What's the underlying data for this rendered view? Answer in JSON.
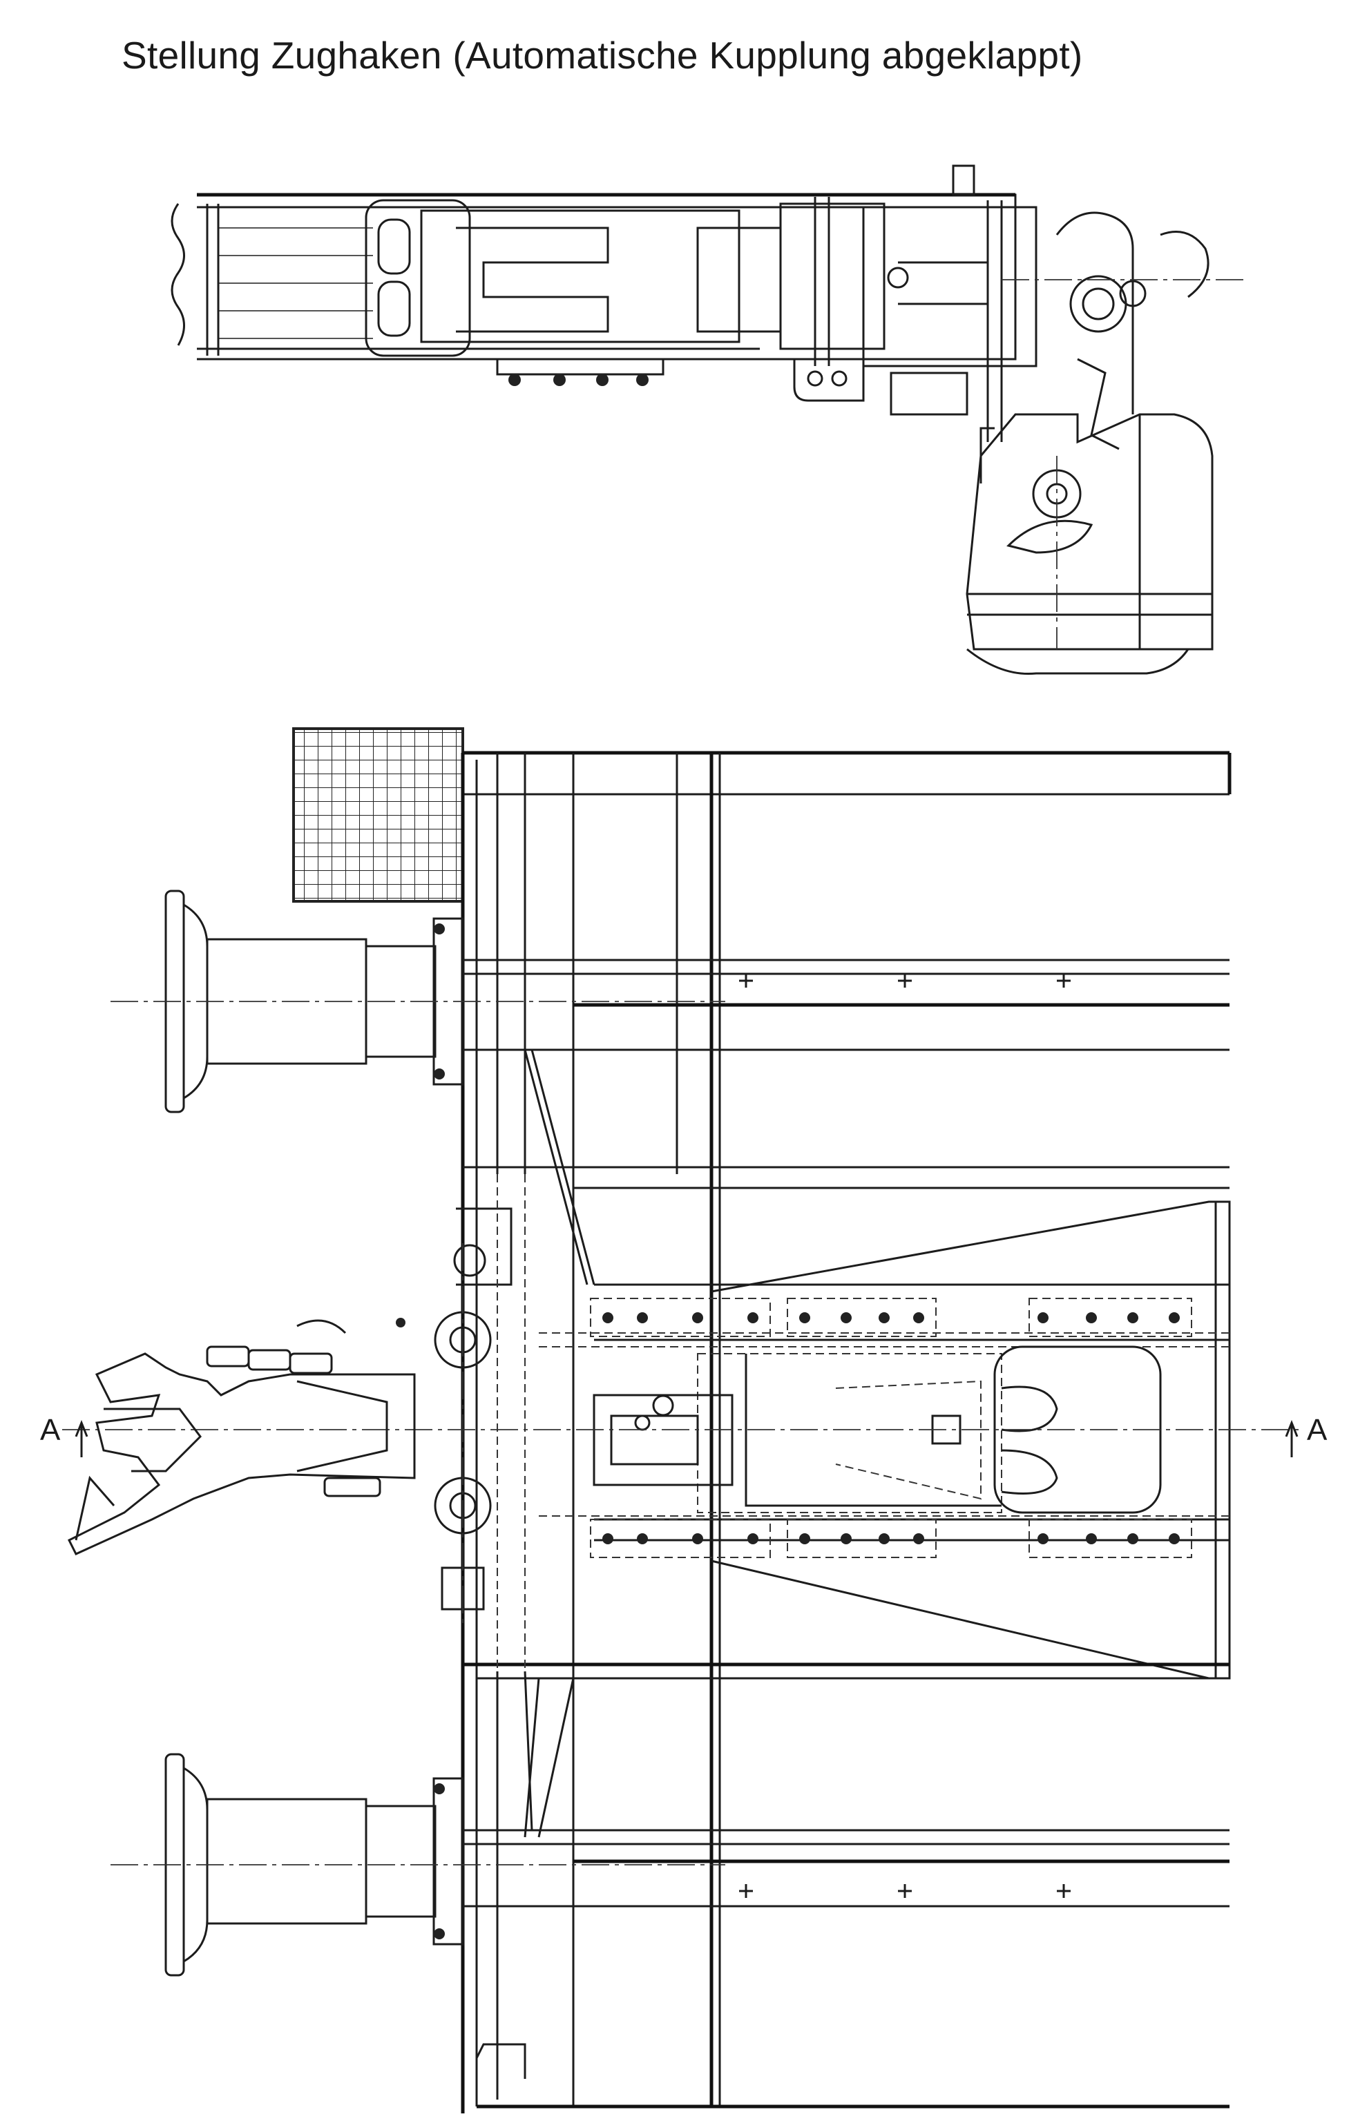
{
  "title": "Stellung Zughaken (Automatische Kupplung abgeklappt)",
  "section_marks": {
    "left": "A",
    "right": "A"
  },
  "views": [
    "side-view",
    "plan-view"
  ]
}
